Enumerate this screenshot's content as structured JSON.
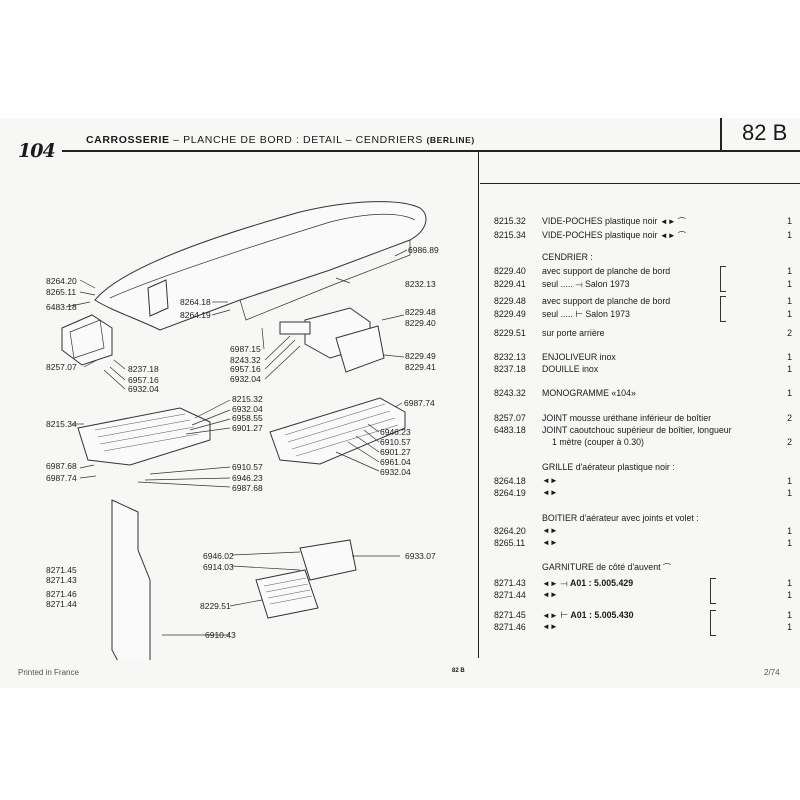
{
  "header": {
    "logo": "104",
    "title_main": "CARROSSERIE",
    "title_rest": "– PLANCHE DE BORD : DETAIL – CENDRIERS",
    "title_variant": "(BERLINE)",
    "page_code": "82 B"
  },
  "diagram_labels": {
    "l8264_20": "8264.20",
    "l8265_11": "8265.11",
    "l6483_18": "6483.18",
    "l8257_07": "8257.07",
    "l8237_18": "8237.18",
    "l6957_16a": "6957.16",
    "l6932_04a": "6932.04",
    "l8264_18": "8264.18",
    "l8264_19": "8264.19",
    "l6987_15": "6987.15",
    "l8243_32": "8243.32",
    "l6957_16b": "6957.16",
    "l6932_04b": "6932.04",
    "l6986_89": "6986.89",
    "l8232_13": "8232.13",
    "l8229_48": "8229.48",
    "l8229_40": "8229.40",
    "l8229_49": "8229.49",
    "l8229_41": "8229.41",
    "l8215_34": "8215.34",
    "l8215_32": "8215.32",
    "l6932_04c": "6932.04",
    "l6958_55": "6958.55",
    "l6901_27a": "6901.27",
    "l6987_74a": "6987.74",
    "l6946_23a": "6946.23",
    "l6910_57a": "6910.57",
    "l6901_27b": "6901.27",
    "l6961_04": "6961.04",
    "l6932_04d": "6932.04",
    "l6987_68a": "6987.68",
    "l6987_74b": "6987.74",
    "l6910_57b": "6910.57",
    "l6946_23b": "6946.23",
    "l6987_68b": "6987.68",
    "l8271_45": "8271.45",
    "l8271_43": "8271.43",
    "l8271_46": "8271.46",
    "l8271_44": "8271.44",
    "l6946_02": "6946.02",
    "l6914_03": "6914.03",
    "l6933_07": "6933.07",
    "l8229_51": "8229.51",
    "l6910_43": "6910.43"
  },
  "parts": {
    "r1": {
      "ref": "8215.32",
      "desc": "VIDE-POCHES plastique noir",
      "qty": "1"
    },
    "r2": {
      "ref": "8215.34",
      "desc": "VIDE-POCHES plastique noir",
      "qty": "1"
    },
    "cendrier_head": "CENDRIER :",
    "r3": {
      "ref": "8229.40",
      "desc": "avec support",
      "desc2": "de planche de bord",
      "qty": "1"
    },
    "r4": {
      "ref": "8229.41",
      "desc": "seul",
      "desc2": "Salon 1973",
      "qty": "1"
    },
    "r5": {
      "ref": "8229.48",
      "desc": "avec support",
      "desc2": "de planche de bord",
      "qty": "1"
    },
    "r6": {
      "ref": "8229.49",
      "desc": "seul",
      "desc2": "Salon 1973",
      "qty": "1"
    },
    "r7": {
      "ref": "8229.51",
      "desc": "sur porte arrière",
      "qty": "2"
    },
    "r8": {
      "ref": "8232.13",
      "desc": "ENJOLIVEUR inox",
      "qty": "1"
    },
    "r9": {
      "ref": "8237.18",
      "desc": "DOUILLE inox",
      "qty": "1"
    },
    "r10": {
      "ref": "8243.32",
      "desc": "MONOGRAMME «104»",
      "qty": "1"
    },
    "r11": {
      "ref": "8257.07",
      "desc": "JOINT mousse uréthane inférieur de boîtier",
      "qty": "2"
    },
    "r12": {
      "ref": "6483.18",
      "desc": "JOINT caoutchouc supérieur de boîtier, longueur",
      "desc2": "1 mètre (couper à 0.30)",
      "qty": "2"
    },
    "grille_head": "GRILLE d'aérateur plastique noir :",
    "r13": {
      "ref": "8264.18",
      "qty": "1"
    },
    "r14": {
      "ref": "8264.19",
      "qty": "1"
    },
    "boitier_head": "BOITIER d'aérateur avec joints et volet :",
    "r15": {
      "ref": "8264.20",
      "qty": "1"
    },
    "r16": {
      "ref": "8265.11",
      "qty": "1"
    },
    "garniture_head": "GARNITURE de côté d'auvent",
    "r17": {
      "ref": "8271.43",
      "note": "A01 : 5.005.429",
      "qty": "1"
    },
    "r18": {
      "ref": "8271.44",
      "qty": "1"
    },
    "r19": {
      "ref": "8271.45",
      "note": "A01 : 5.005.430",
      "qty": "1"
    },
    "r20": {
      "ref": "8271.46",
      "qty": "1"
    }
  },
  "footer": {
    "left": "Printed in France",
    "mid": "82 B",
    "right": "2/74"
  }
}
